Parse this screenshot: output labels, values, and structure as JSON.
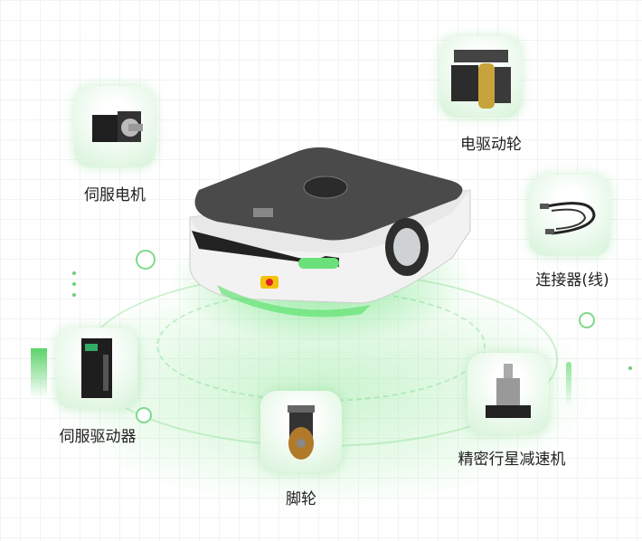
{
  "components": [
    {
      "id": "servo-motor",
      "label": "伺服电机",
      "icon": "servo-motor-icon"
    },
    {
      "id": "drive-wheel",
      "label": "电驱动轮",
      "icon": "drive-wheel-icon"
    },
    {
      "id": "connector-cable",
      "label": "连接器(线)",
      "icon": "cable-icon"
    },
    {
      "id": "servo-driver",
      "label": "伺服驱动器",
      "icon": "servo-driver-icon"
    },
    {
      "id": "caster",
      "label": "脚轮",
      "icon": "caster-wheel-icon"
    },
    {
      "id": "planetary-reducer",
      "label": "精密行星减速机",
      "icon": "planetary-reducer-icon"
    }
  ],
  "colors": {
    "accent": "#5cd36b",
    "robot_top": "#4a4a4a",
    "robot_body": "#f5f5f5"
  }
}
